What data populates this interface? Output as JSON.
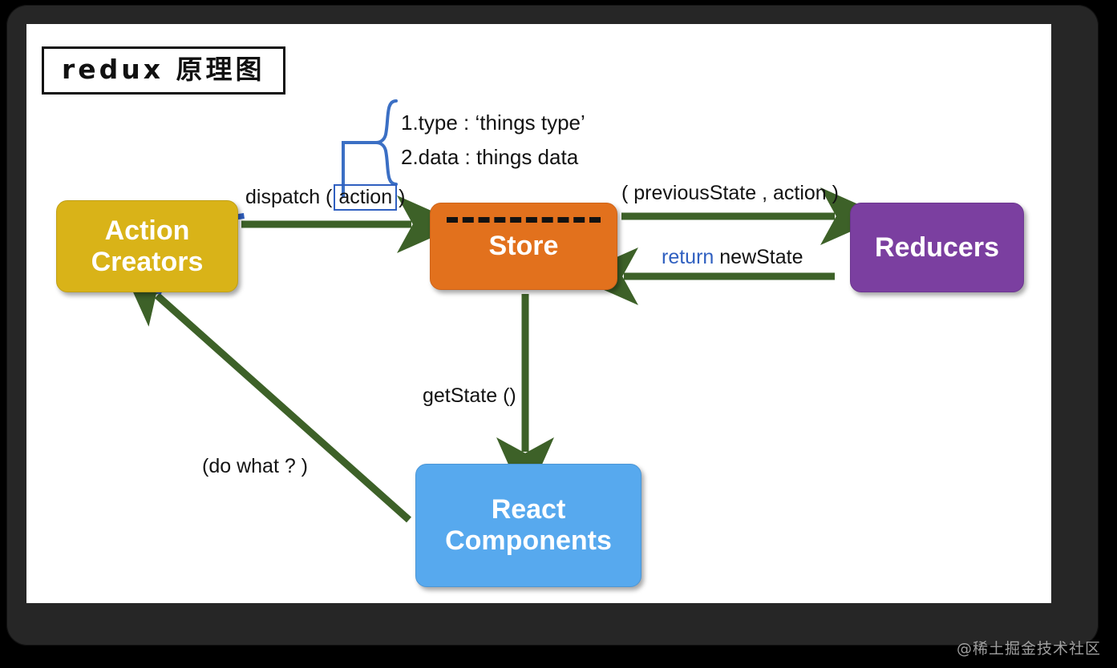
{
  "title": {
    "text": "redux 原理图"
  },
  "watermark": {
    "text": "@稀土掘金技术社区"
  },
  "nodes": [
    {
      "id": "action-creators",
      "label_line1": "Action",
      "label_line2": "Creators",
      "color": "#d9b318"
    },
    {
      "id": "store",
      "label_line1": "Store",
      "label_line2": "",
      "color": "#e2711d"
    },
    {
      "id": "reducers",
      "label_line1": "Reducers",
      "label_line2": "",
      "color": "#7b3fa0"
    },
    {
      "id": "react-components",
      "label_line1": "React",
      "label_line2": "Components",
      "color": "#57a9ee"
    }
  ],
  "labels": {
    "dispatch_prefix": "dispatch (",
    "dispatch_arg": "action",
    "dispatch_suffix": ")",
    "previous_state": "( previousState , action )",
    "return_keyword": "return",
    "return_value": "newState",
    "get_state": "getState ()",
    "do_what": "(do what ? )"
  },
  "annotation": {
    "line1": "1.type : ‘things type’",
    "line2": "2.data :  things data",
    "brace_color": "#3b6fc4"
  },
  "colors": {
    "arrow_green": "#3d6128",
    "dotted_blue": "#2f5fc0",
    "accent_blue_box": "#2f5fc0",
    "frame_dark": "#262626",
    "canvas_white": "#ffffff"
  },
  "chart_data": {
    "type": "diagram",
    "title": "redux 原理图",
    "nodes": [
      "Action Creators",
      "Store",
      "Reducers",
      "React Components"
    ],
    "edges": [
      {
        "from": "Action Creators",
        "to": "Store",
        "label": "dispatch ( action )",
        "style": "solid-arrow"
      },
      {
        "from": "Store",
        "to": "Reducers",
        "label": "( previousState , action )",
        "style": "solid-arrow"
      },
      {
        "from": "Reducers",
        "to": "Store",
        "label": "return newState",
        "style": "solid-arrow"
      },
      {
        "from": "Store",
        "to": "React Components",
        "label": "getState ()",
        "style": "solid-arrow"
      },
      {
        "from": "React Components",
        "to": "Action Creators",
        "label": "(do what ? )",
        "style": "solid-arrow"
      },
      {
        "from": "action",
        "to": "Action Creators",
        "label": "",
        "style": "dotted-curve"
      }
    ]
  }
}
